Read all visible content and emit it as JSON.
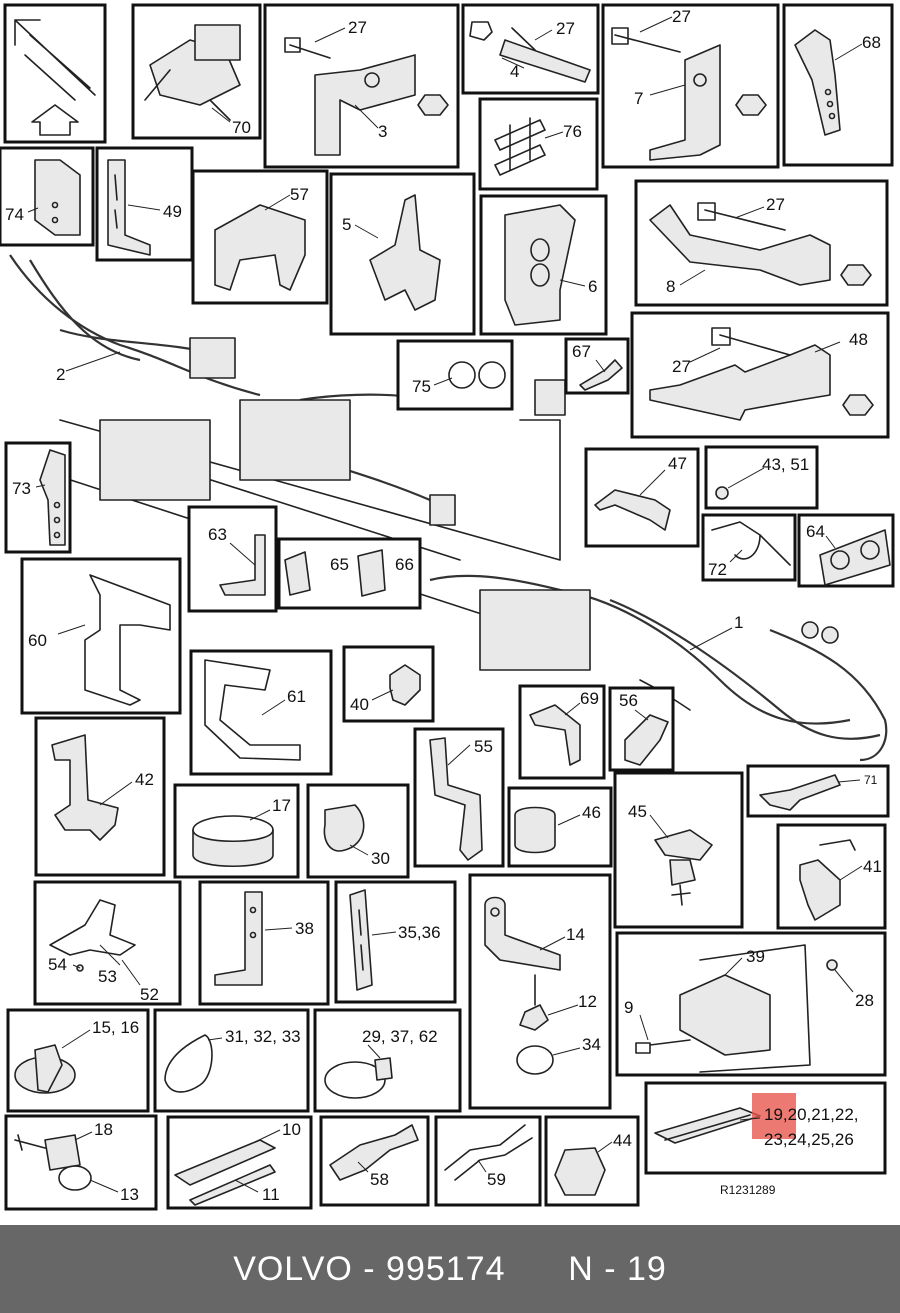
{
  "callouts": {
    "c1": "1",
    "c2": "2",
    "c3": "3",
    "c4": "4",
    "c5": "5",
    "c6": "6",
    "c7": "7",
    "c8": "8",
    "c9": "9",
    "c10": "10",
    "c11": "11",
    "c12": "12",
    "c13": "13",
    "c14": "14",
    "c15_16": "15, 16",
    "c17": "17",
    "c18": "18",
    "c19_line1": "19,20,21,22,",
    "c19_line2": "23,24,25,26",
    "c27a": "27",
    "c27b": "27",
    "c27c": "27",
    "c27d": "27",
    "c27e": "27",
    "c28": "28",
    "c29_37_62": "29, 37, 62",
    "c30": "30",
    "c31_32_33": "31, 32, 33",
    "c34": "34",
    "c35_36": "35,36",
    "c38": "38",
    "c39": "39",
    "c40": "40",
    "c41": "41",
    "c42": "42",
    "c43_51": "43, 51",
    "c44": "44",
    "c45": "45",
    "c46": "46",
    "c47": "47",
    "c48": "48",
    "c49": "49",
    "c52": "52",
    "c53": "53",
    "c54": "54",
    "c55": "55",
    "c56": "56",
    "c57": "57",
    "c58": "58",
    "c59": "59",
    "c60": "60",
    "c61": "61",
    "c63": "63",
    "c64": "64",
    "c65": "65",
    "c66": "66",
    "c67": "67",
    "c68": "68",
    "c69": "69",
    "c70": "70",
    "c71": "71",
    "c72": "72",
    "c73": "73",
    "c74": "74",
    "c75": "75",
    "c76": "76"
  },
  "reference_code": "R1231289",
  "footer": {
    "brand": "VOLVO",
    "part_number": "995174",
    "position": "N - 19"
  },
  "colors": {
    "highlight": "#e8554a",
    "footer_bg": "#676767",
    "footer_text": "#ffffff"
  },
  "icons": {
    "orientation": "up-arrow-icon"
  }
}
